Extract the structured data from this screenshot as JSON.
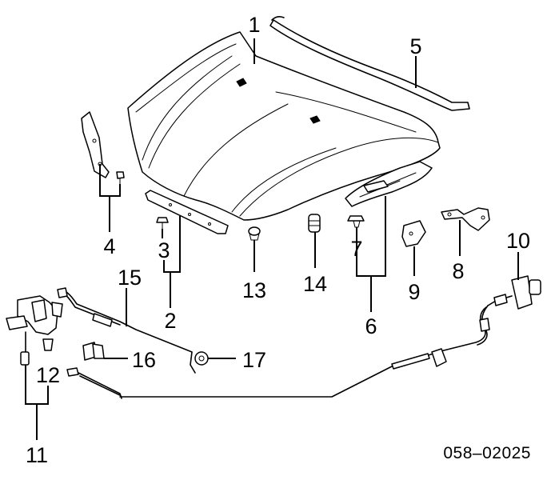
{
  "callouts": [
    "1",
    "2",
    "3",
    "4",
    "5",
    "6",
    "7",
    "8",
    "9",
    "10",
    "11",
    "12",
    "13",
    "14",
    "15",
    "16",
    "17"
  ],
  "reference_code": "058–02025"
}
